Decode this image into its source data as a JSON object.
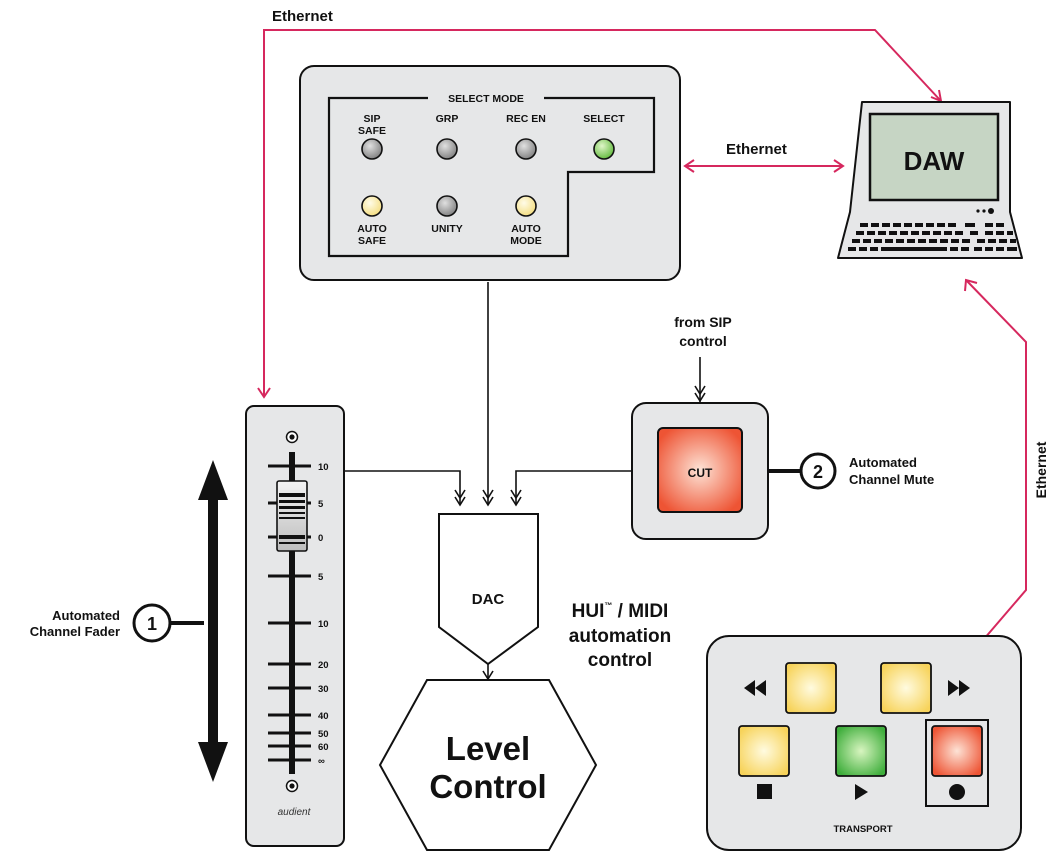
{
  "connections": {
    "ethernet_top": "Ethernet",
    "ethernet_middle": "Ethernet",
    "ethernet_right": "Ethernet"
  },
  "select_panel": {
    "mode_label": "SELECT MODE",
    "buttons": [
      {
        "label1": "SIP",
        "label2": "SAFE",
        "state": "off"
      },
      {
        "label1": "GRP",
        "label2": "",
        "state": "off"
      },
      {
        "label1": "REC EN",
        "label2": "",
        "state": "off"
      },
      {
        "label1": "SELECT",
        "label2": "",
        "state": "green"
      },
      {
        "label1": "AUTO",
        "label2": "SAFE",
        "state": "yellow"
      },
      {
        "label1": "UNITY",
        "label2": "",
        "state": "off"
      },
      {
        "label1": "AUTO",
        "label2": "MODE",
        "state": "yellow"
      }
    ]
  },
  "computer": {
    "screen_label": "DAW"
  },
  "fader": {
    "scale": [
      "10",
      "5",
      "0",
      "5",
      "10",
      "20",
      "30",
      "40",
      "50",
      "60",
      "∞"
    ],
    "brand": "audient"
  },
  "cut": {
    "from_label_1": "from SIP",
    "from_label_2": "control",
    "button_label": "CUT",
    "number": "2",
    "desc_1": "Automated",
    "desc_2": "Channel Mute"
  },
  "fader_callout": {
    "number": "1",
    "desc_1": "Automated",
    "desc_2": "Channel Fader"
  },
  "dac": {
    "label": "DAC"
  },
  "automation": {
    "hui": "HUI",
    "tm": "™",
    "line1_rest": " / MIDI",
    "line2": "automation",
    "line3": "control"
  },
  "level": {
    "line1": "Level",
    "line2": "Control"
  },
  "transport": {
    "label": "TRANSPORT"
  },
  "colors": {
    "link": "#d6285e",
    "panel": "#e6e7e8",
    "led_off": "#9a9a9a",
    "led_green": "#7ec850",
    "led_yellow": "#fbeea2",
    "cut_red": "#f26b50"
  }
}
